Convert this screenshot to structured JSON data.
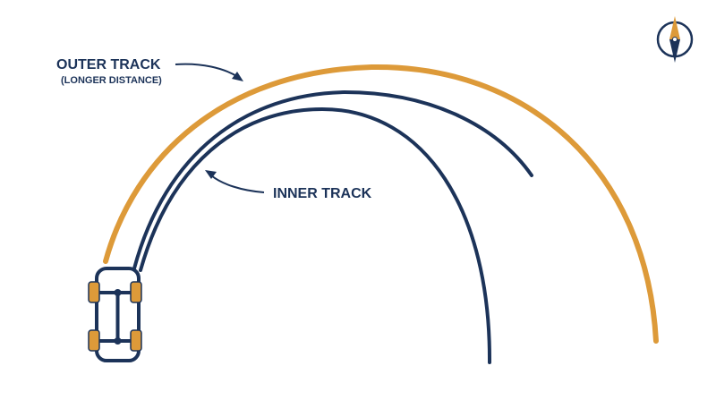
{
  "colors": {
    "navy": "#1c3359",
    "orange": "#dd9a39",
    "background": "#ffffff"
  },
  "labels": {
    "outer_track": "OUTER TRACK",
    "outer_track_note": "(LONGER DISTANCE)",
    "inner_track": "INNER TRACK"
  },
  "icons": {
    "compass": "compass-icon",
    "vehicle": "vehicle-top-view-icon"
  }
}
